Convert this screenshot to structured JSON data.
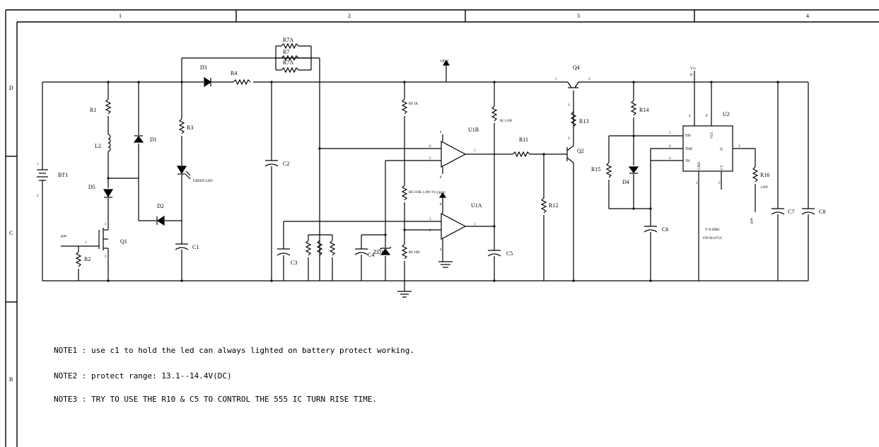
{
  "zones": {
    "top": [
      "1",
      "2",
      "3",
      "4"
    ],
    "side": [
      "D",
      "C",
      "B"
    ]
  },
  "labels": {
    "bt1": "BT1",
    "r1": "R1",
    "l2": "L2",
    "d5": "D5",
    "q1": "Q1",
    "r2": "R2",
    "gate": "gate",
    "d1": "D1",
    "d2": "D2",
    "r3": "R3",
    "green_led": "GREEN LED",
    "c1": "C1",
    "d3": "D3",
    "r4": "R4",
    "r7a_top": "R7A",
    "r7": "R7",
    "r7a_bot": "R7A",
    "c2": "C2",
    "c3": "C3",
    "c4": "C4",
    "r9": "R9 1K",
    "r8": "R8 210K 1/4W 1%",
    "r6": "R6 10K",
    "zd1": "ZD1",
    "vref1": "VREF",
    "vref2": "VREF",
    "u1b": "U1B",
    "u1a": "U1A",
    "r_1k": "1K 1/4W",
    "r11": "R11",
    "c5": "C5",
    "r12": "R12",
    "q4": "Q4",
    "r13": "R13",
    "q2": "Q2",
    "r14": "R14",
    "r15": "R15",
    "d4": "D4",
    "c6": "C6",
    "vcc": "Vcc",
    "u2": "U2",
    "r16": "R16",
    "r16_val": "1/4W",
    "out": "gate",
    "c7": "C7",
    "c8": "C8",
    "t_formula": "T=0.69RC",
    "on_formula": "ON=R14*C6",
    "dis": "DIS",
    "thr": "THR",
    "tr": "TR",
    "gnd": "GND",
    "vcc_pin": "VCC",
    "q_pin": "Q",
    "cv": "CV",
    "r_pin": "R",
    "pin_b1": "1",
    "pin_b2": "2",
    "pin_b3": "3",
    "pin_q1_1": "1",
    "pin_q1_2": "2",
    "pin_q1_3": "3",
    "u1b_6": "6",
    "u1b_5": "5",
    "u1b_7": "7",
    "u1b_4": "4",
    "u1b_8": "8",
    "u1a_3": "3",
    "u1a_2": "2",
    "u1a_1": "1",
    "u1a_8": "8",
    "u1a_4": "4",
    "q4_1": "1",
    "q4_2": "2",
    "q4_3": "3",
    "q2_3": "3",
    "u2_4": "4",
    "u2_8": "8",
    "u2_7": "7",
    "u2_6": "6",
    "u2_2": "2",
    "u2_3": "3",
    "u2_1": "1",
    "u2_5": "5"
  },
  "notes": [
    "NOTE1 : use c1 to hold the led can always lighted on battery protect working.",
    "NOTE2 : protect range: 13.1--14.4V(DC)",
    "NOTE3 : TRY TO USE THE R10 & C5 TO CONTROL THE 555 IC TURN RISE TIME."
  ]
}
